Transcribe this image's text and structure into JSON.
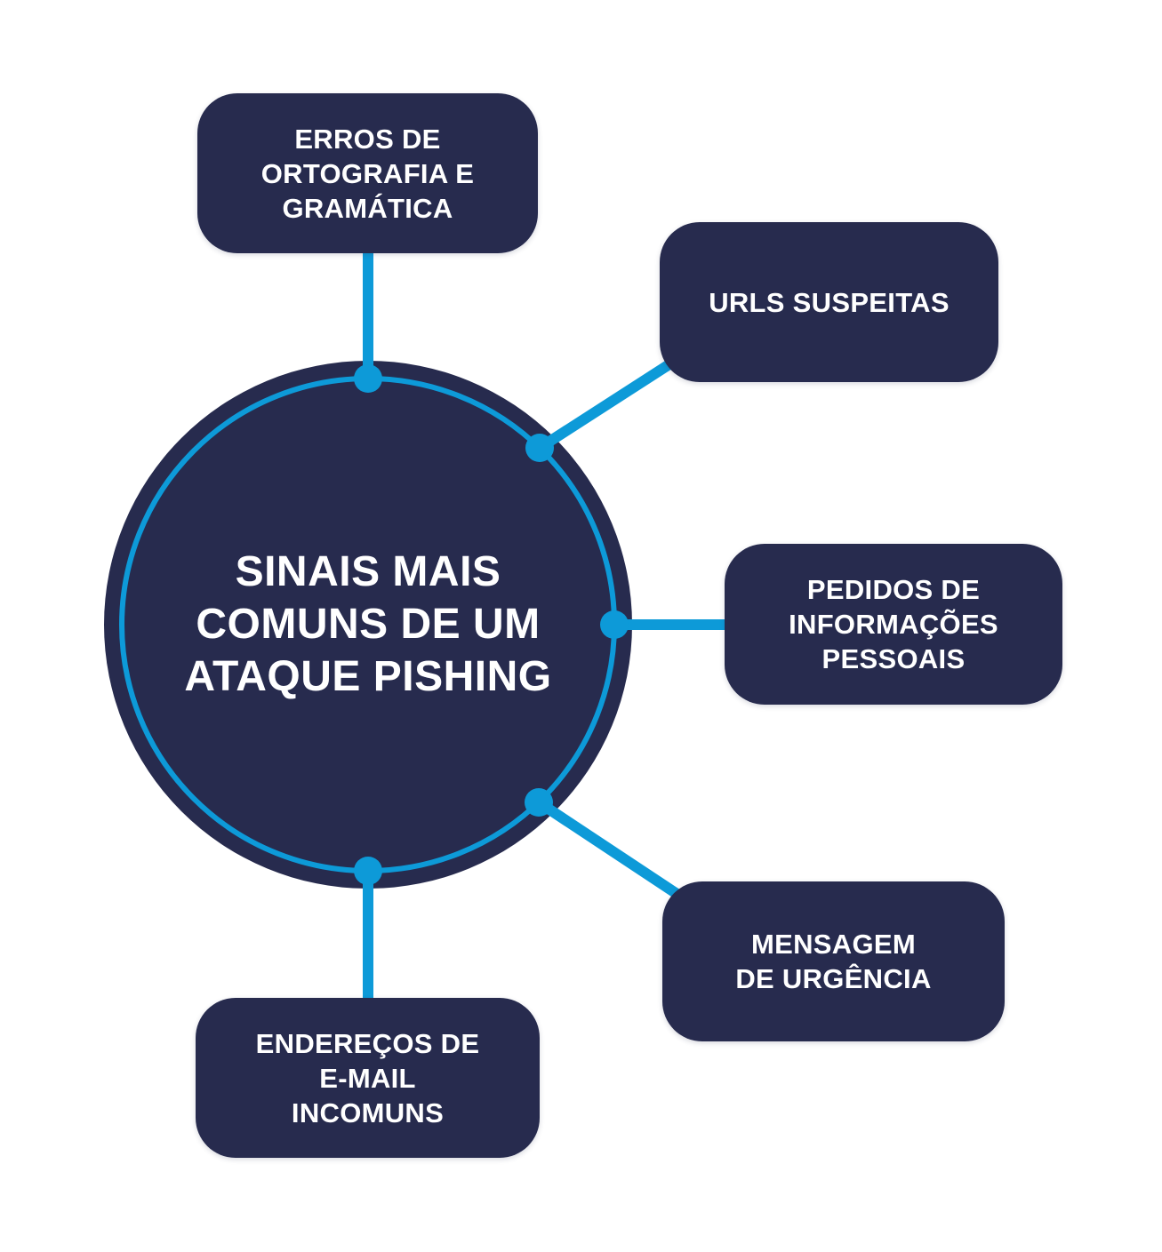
{
  "colors": {
    "navy": "#272b4e",
    "accent": "#0d9ad8",
    "background": "#ffffff",
    "label": "#ffffff"
  },
  "center": {
    "label": "SINAIS MAIS\nCOMUNS DE UM\nATAQUE PISHING"
  },
  "nodes": [
    {
      "id": "erros-ortografia",
      "label": "ERROS DE\nORTOGRAFIA E\nGRAMÁTICA"
    },
    {
      "id": "urls-suspeitas",
      "label": "URLS SUSPEITAS"
    },
    {
      "id": "pedidos-informacoes",
      "label": "PEDIDOS DE\nINFORMAÇÕES\nPESSOAIS"
    },
    {
      "id": "mensagem-urgencia",
      "label": "MENSAGEM\nDE URGÊNCIA"
    },
    {
      "id": "enderecos-email",
      "label": "ENDEREÇOS DE\nE-MAIL\nINCOMUNS"
    }
  ]
}
